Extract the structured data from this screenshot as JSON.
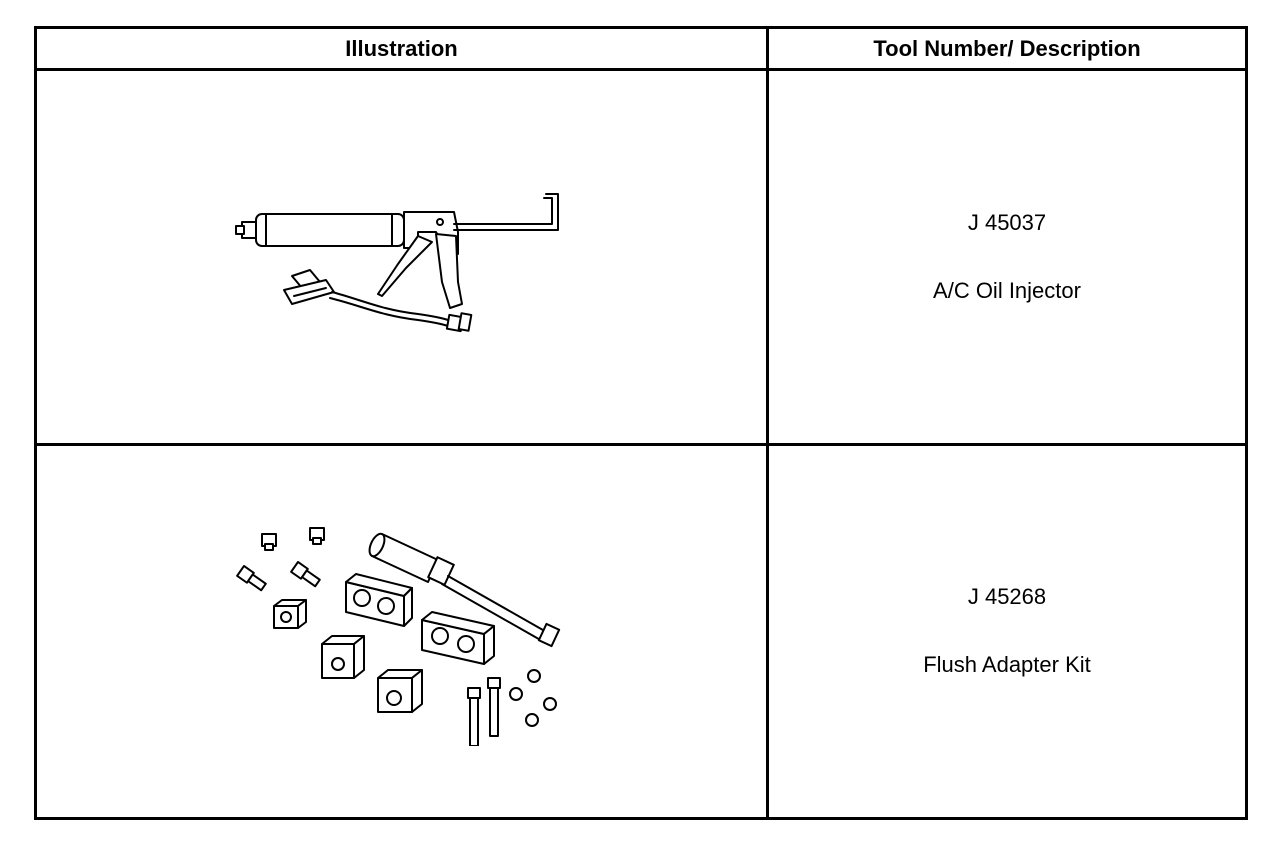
{
  "table": {
    "header_illustration": "Illustration",
    "header_tool": "Tool Number/ Description",
    "rows": [
      {
        "tool_number": "J 45037",
        "description": "A/C Oil Injector",
        "illustration": "oil-injector-drawing"
      },
      {
        "tool_number": "J 45268",
        "description": "Flush Adapter Kit",
        "illustration": "flush-adapter-kit-drawing"
      }
    ]
  }
}
